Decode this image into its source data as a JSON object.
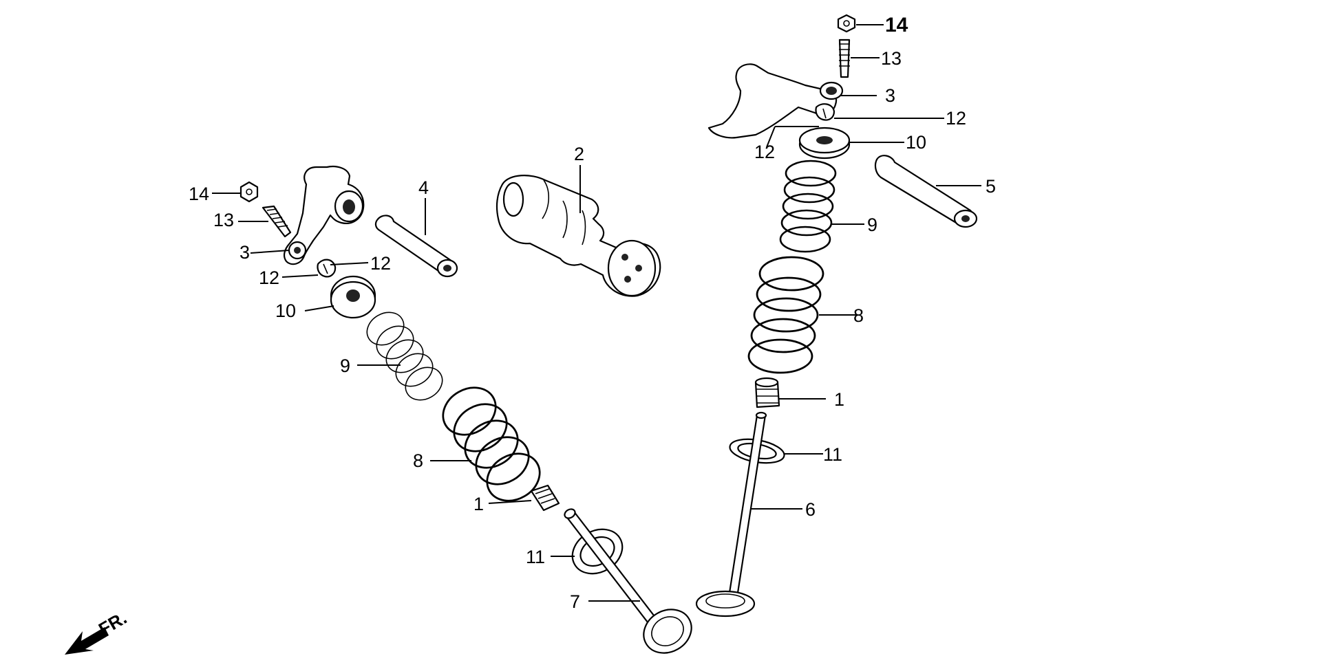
{
  "diagram": {
    "front_marker": "FR.",
    "callouts": {
      "left": {
        "n14": "14",
        "n13": "13",
        "n3": "3",
        "n12a": "12",
        "n12b": "12",
        "n10": "10",
        "n9": "9",
        "n8": "8",
        "n1": "1",
        "n11": "11",
        "n7": "7",
        "n4": "4"
      },
      "center": {
        "n2": "2"
      },
      "right": {
        "n14": "14",
        "n13": "13",
        "n3": "3",
        "n12a": "12",
        "n12b": "12",
        "n10": "10",
        "n9": "9",
        "n8": "8",
        "n1": "1",
        "n11": "11",
        "n6": "6",
        "n5": "5"
      }
    }
  }
}
